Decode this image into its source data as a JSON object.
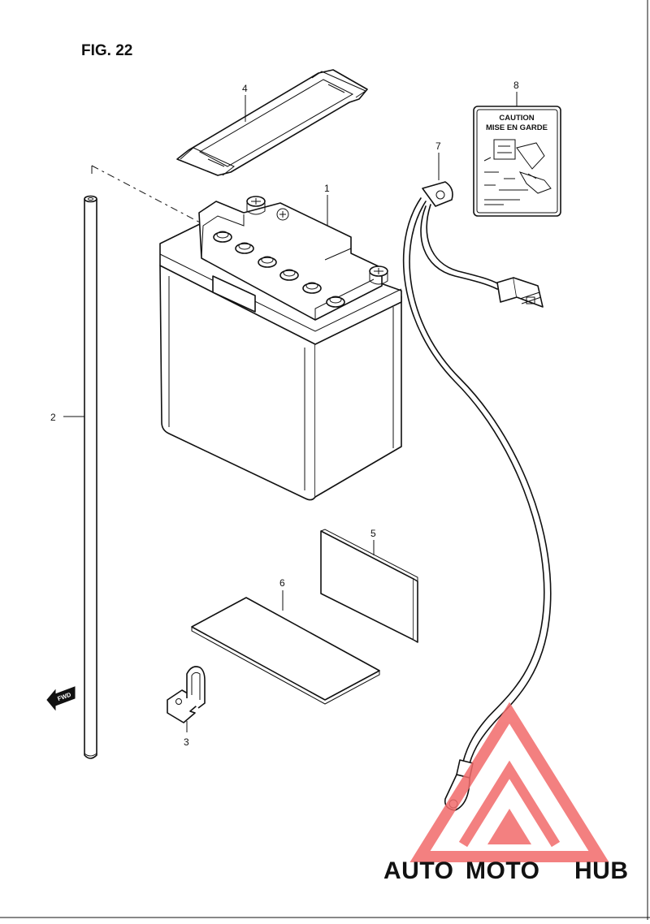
{
  "figure": {
    "title": "FIG. 22"
  },
  "callouts": {
    "battery": "1",
    "breather_hose": "2",
    "hose_clamp": "3",
    "battery_band": "4",
    "cushion_upper": "5",
    "cushion_lower": "6",
    "ground_lead": "7",
    "caution_label": "8"
  },
  "caution_label": {
    "line1": "CAUTION",
    "line2": "MISE EN GARDE"
  },
  "fwd_marker": "FWD",
  "watermark": {
    "part1": "AUTO",
    "part2": "MOTO",
    "part3": "HUB",
    "colors": {
      "primary": "#f26b6b",
      "accent": "#f4b87c",
      "dark": "#4a4a4a"
    }
  }
}
